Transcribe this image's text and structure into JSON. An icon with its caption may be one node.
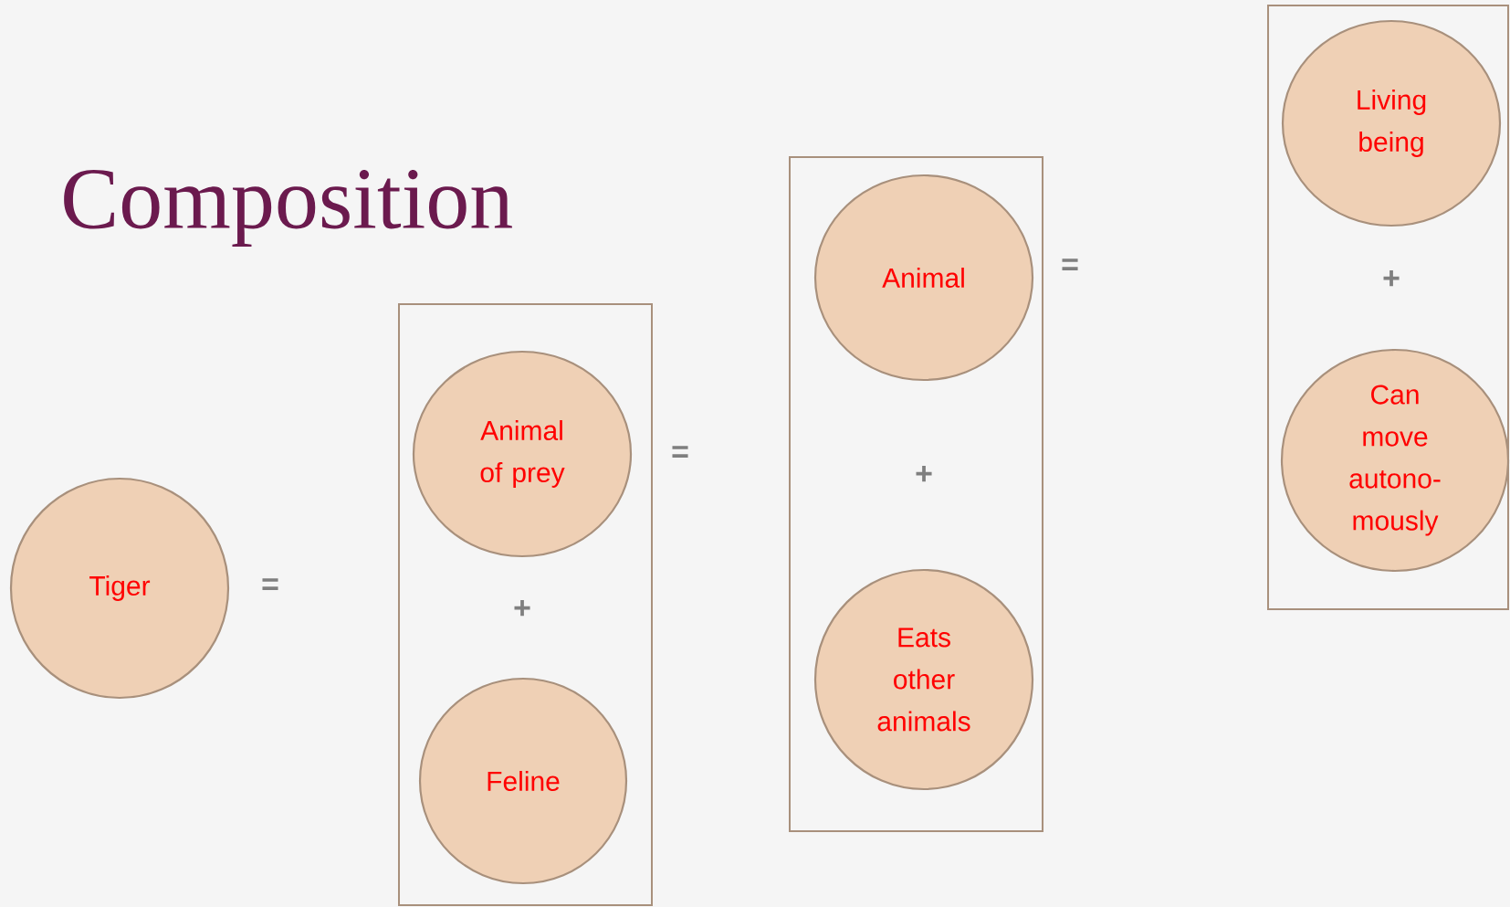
{
  "diagram": {
    "title": "Composition",
    "nodes": [
      {
        "text": [
          "Tiger"
        ]
      },
      {
        "text": [],
        "shape": "box"
      },
      {
        "text": [
          "Animal of prey"
        ],
        "in": 1
      },
      {
        "text": [
          "Feline"
        ],
        "in": 1
      },
      {
        "text": [],
        "shape": "box"
      },
      {
        "text": [
          "Animal"
        ],
        "in": 4
      },
      {
        "text": [
          "Eats other animals"
        ],
        "in": 4
      },
      {
        "text": [],
        "shape": "box"
      },
      {
        "text": [
          "Living being"
        ],
        "in": 7
      },
      {
        "text": [
          "Can move autono-mously"
        ],
        "in": 7
      }
    ],
    "labels": [
      "=",
      "+",
      "=",
      "+",
      "=",
      "+"
    ]
  }
}
